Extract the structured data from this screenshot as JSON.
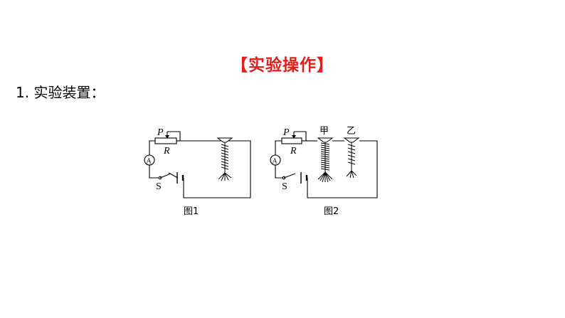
{
  "heading": "【实验操作】",
  "section_title": "1. 实验装置：",
  "figure1": {
    "caption": "图1",
    "slider_label": "P",
    "resistor_label": "R",
    "ammeter_symbol": "A",
    "switch_label": "S"
  },
  "figure2": {
    "caption": "图2",
    "slider_label": "P",
    "resistor_label": "R",
    "ammeter_symbol": "A",
    "switch_label": "S",
    "nail_a_label": "甲",
    "nail_b_label": "乙"
  },
  "colors": {
    "heading": "#e0201b",
    "text": "#000000"
  }
}
